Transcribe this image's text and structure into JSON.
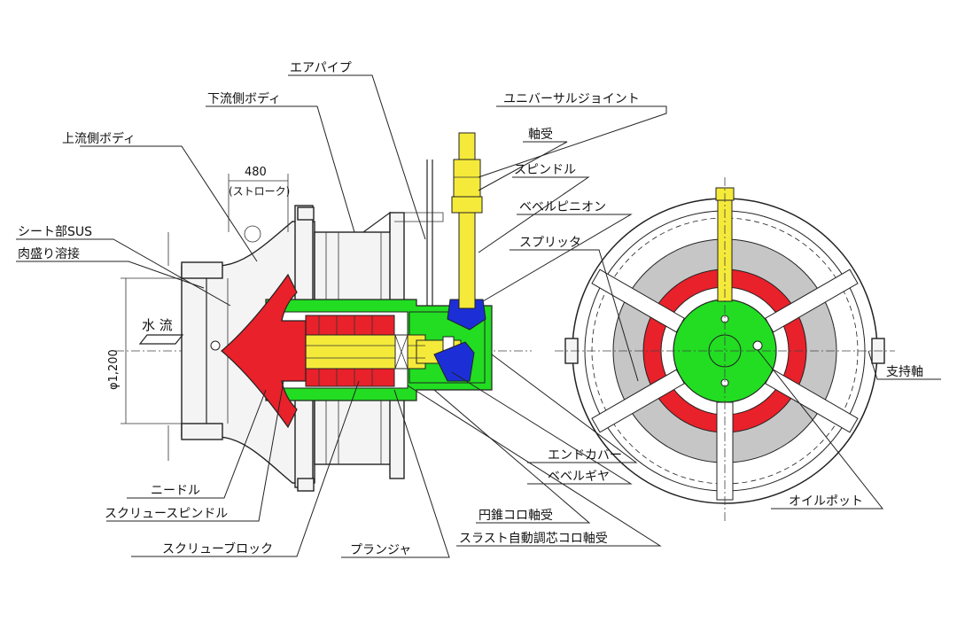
{
  "colors": {
    "red": "#e8212a",
    "yellow": "#f5ea3a",
    "green": "#22dd22",
    "blue": "#1c2fd6",
    "gray": "#c6c6c6",
    "outline": "#222222"
  },
  "labels": {
    "air_pipe": "エアパイプ",
    "downstream_body": "下流側ボディ",
    "upstream_body": "上流側ボディ",
    "universal_joint": "ユニバーサルジョイント",
    "bearing": "軸受",
    "spindle": "スピンドル",
    "bevel_pinion": "ベベルピニオン",
    "splitter": "スプリッタ",
    "seat_sus": "シート部SUS",
    "overlay_weld": "肉盛り溶接",
    "water_flow": "水 流",
    "support_shaft": "支持軸",
    "end_cover": "エンドカバー",
    "bevel_gear": "ベベルギヤ",
    "tapered_roller_bearing": "円錐コロ軸受",
    "oil_pot": "オイルポット",
    "needle": "ニードル",
    "screw_spindle": "スクリュースピンドル",
    "screw_block": "スクリューブロック",
    "plunger": "プランジャ",
    "thrust_bearing": "スラスト自動調芯コロ軸受"
  },
  "dimensions": {
    "stroke_value": "480",
    "stroke_label": "(ストローク)",
    "diameter": "φ1,200"
  }
}
